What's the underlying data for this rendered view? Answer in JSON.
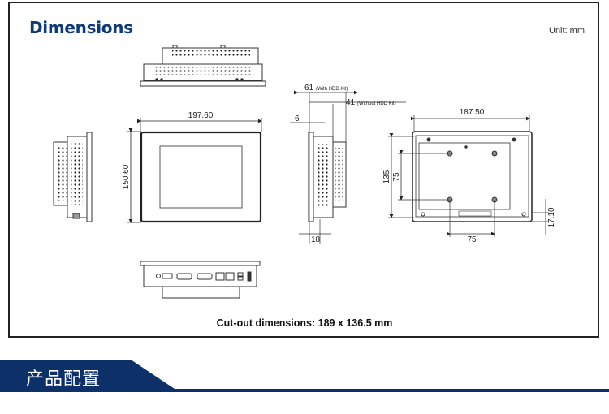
{
  "header": {
    "title": "Dimensions",
    "unit_label": "Unit: mm"
  },
  "front_view": {
    "width_label": "197.60",
    "height_label": "150.60"
  },
  "side_view": {
    "depth_with_hdd": "61",
    "depth_with_hdd_note": "(With HDD Kit)",
    "depth_without_hdd": "41",
    "depth_without_hdd_note": "(Without HDD  Kit)",
    "bezel_label": "6",
    "bottom_label": "18"
  },
  "rear_view": {
    "width_label": "187.50",
    "height_label": "135",
    "vesa_vertical": "75",
    "vesa_horizontal": "75",
    "bottom_offset": "17.10"
  },
  "footer_note": "Cut-out dimensions: 189 x 136.5 mm",
  "section_banner": {
    "title": "产品配置",
    "color": "#0d3068"
  }
}
